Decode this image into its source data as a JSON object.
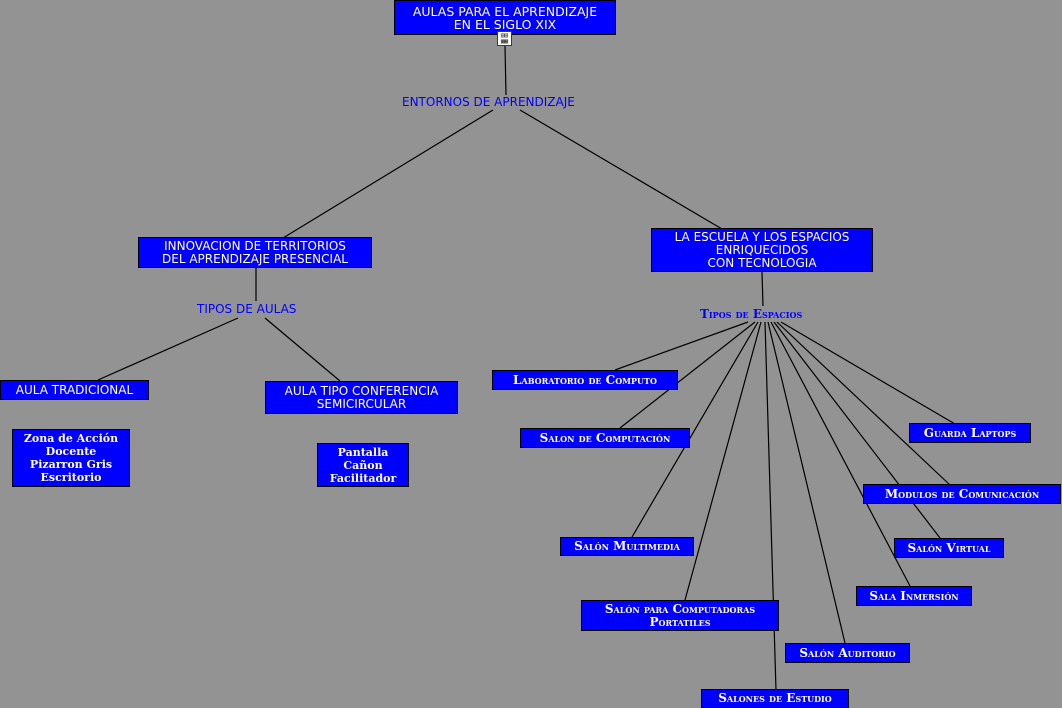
{
  "nodes": {
    "root": "AULAS PARA EL APRENDIZAJE\nEN EL SIGLO XIX",
    "innovacion": "INNOVACION DE TERRITORIOS\nDEL APRENDIZAJE PRESENCIAL",
    "escuela": "LA ESCUELA Y LOS ESPACIOS\nENRIQUECIDOS\nCON TECNOLOGIA",
    "aula_tradicional": "AULA TRADICIONAL",
    "aula_conferencia": "AULA TIPO CONFERENCIA\nSEMICIRCULAR",
    "zona": "Zona de Acción\nDocente\nPizarron Gris\nEscritorio",
    "pantalla": "Pantalla\nCañon\nFacilitador",
    "laboratorio": "Laboratorio de Computo",
    "salon_computacion": "Salon de Computación",
    "salon_multimedia": "Salón Multimedia",
    "salon_portatiles": "Salón para Computadoras\nPortatiles",
    "salones_estudio": "Salones de Estudio",
    "salon_auditorio": "Salón Auditorio",
    "sala_inmersion": "Sala Inmersión",
    "salon_virtual": "Salón Virtual",
    "modulos": "Modulos de Comunicación",
    "guarda_laptops": "Guarda Laptops"
  },
  "linking_phrases": {
    "entornos": "ENTORNOS DE APRENDIZAJE",
    "tipos_aulas": "TIPOS DE AULAS",
    "tipos_espacios": "Tipos de Espacios"
  },
  "icons": {
    "attached_document": "document-icon"
  },
  "colors": {
    "background": "#939393",
    "node_fill": "#0000ff",
    "node_text": "#ffffff",
    "link_text": "#0000ff",
    "line": "#000000"
  }
}
